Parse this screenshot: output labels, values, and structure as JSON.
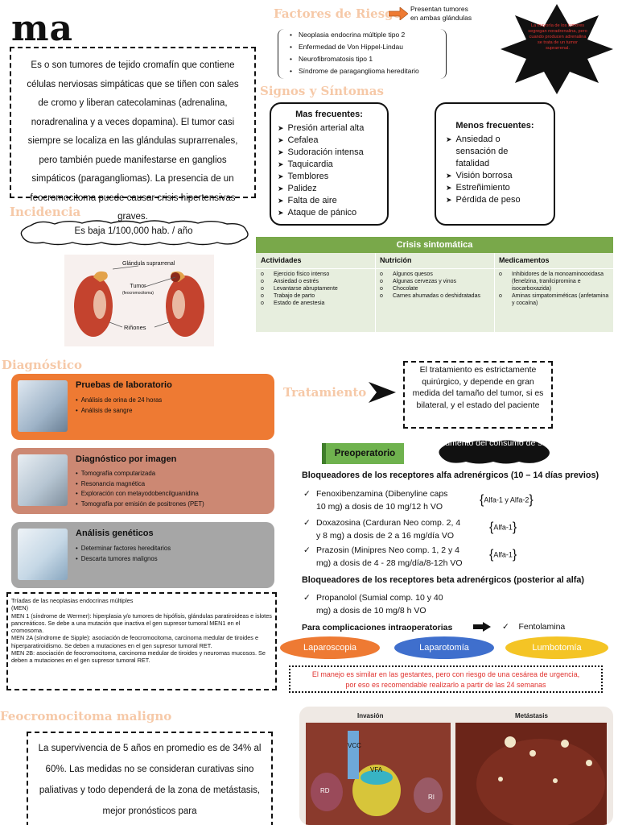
{
  "title": "ma",
  "intro": "Es o son tumores de tejido cromafín que contiene células nerviosas simpáticas que se tiñen con sales de cromo y liberan catecolaminas (adrenalina, noradrenalina y a veces dopamina). El tumor casi siempre se localiza en las glándulas suprarrenales, pero también puede manifestarse en ganglios simpáticos (paragangliomas). La presencia de un feocromocitoma puede causar crisis hipertensivas graves.",
  "risk": {
    "title": "Factores de Riesgo",
    "note_line1": "Presentan tumores",
    "note_line2": "en ambas glándulas",
    "items": [
      "Neoplasia endocrina múltiple tipo 2",
      "Enfermedad de Von Hippel-Lindau",
      "Neurofibromatosis tipo 1",
      "Síndrome de paraganglioma hereditario"
    ]
  },
  "star_text": "La mayoría de los tumores segregan noradrenalina, pero cuando producen adrenalina se trata de un tumor suprarrenal.",
  "signs": {
    "title": "Signos y Síntomas",
    "frequent_header": "Mas frecuentes:",
    "frequent": [
      "Presión arterial alta",
      "Cefalea",
      "Sudoración intensa",
      "Taquicardia",
      "Temblores",
      "Palidez",
      "Falta de aire",
      "Ataque de pánico"
    ],
    "less_header": "Menos frecuentes:",
    "less": [
      "Ansiedad o sensación de fatalidad",
      "Visión borrosa",
      "Estreñimiento",
      "Pérdida de peso"
    ]
  },
  "incidence": {
    "title": "Incidencia",
    "value": "Es baja 1/100,000 hab. / año"
  },
  "kidney_labels": {
    "gland": "Glándula suprarrenal",
    "tumor": "Tumor",
    "tumor_sub": "(feocromocitoma)",
    "kidneys": "Riñones"
  },
  "crisis": {
    "title": "Crisis sintomática",
    "columns": [
      {
        "header": "Actividades",
        "items": [
          "Ejercicio físico intenso",
          "Ansiedad o estrés",
          "Levantarse abruptamente",
          "Trabajo de parto",
          "Estado de anestesia"
        ]
      },
      {
        "header": "Nutrición",
        "items": [
          "Algunos quesos",
          "Algunas cervezas y vinos",
          "Chocolate",
          "Carnes ahumadas o deshidratadas"
        ]
      },
      {
        "header": "Medicamentos",
        "items": [
          "Inhibidores de la monoaminooxidasa (fenelzina, tranilcipromina e isocarboxazida)",
          "Aminas simpatomiméticas (anfetamina y cocaína)"
        ]
      }
    ]
  },
  "diagnosis": {
    "title": "Diagnóstico",
    "cards": [
      {
        "title": "Pruebas de laboratorio",
        "items": [
          "Análisis de orina de 24 horas",
          "Análisis de sangre"
        ]
      },
      {
        "title": "Diagnóstico por imagen",
        "items": [
          "Tomografía computarizada",
          "Resonancia magnética",
          "Exploración con metayodobencilguanidina",
          "Tomografía por emisión de positrones (PET)"
        ]
      },
      {
        "title": "Análisis genéticos",
        "items": [
          "Determinar factores hereditarios",
          "Descarta tumores malignos"
        ]
      }
    ]
  },
  "men": {
    "lines": [
      "Tríadas de las neoplasias endocrinas múltiples",
      "(MEN)",
      "MEN 1 (síndrome de Wermer): hiperplasia y/o tumores de hipófisis, glándulas paratiroideas e islotes pancreáticos. Se debe a una mutación que inactiva el gen supresor tumoral MEN1 en el cromosoma.",
      "MEN 2A (síndrome de Sipple): asociación de feocromocitoma, carcinoma medular de tiroides e hiperparatiroidismo. Se deben a mutaciones en el gen supresor tumoral RET.",
      "MEN 2B: asociación de feocromocitoma, carcinoma medular de tiroides y neuromas mucosos. Se deben a mutaciones en el gen supresor tumoral RET."
    ]
  },
  "treatment": {
    "title": "Tratamiento",
    "text": "El tratamiento es estrictamente quirúrgico, y depende en gran medida del tamaño del tumor, si es bilateral, y el estado del paciente",
    "preop": "Preoperatorio",
    "salt": "Aumento del consumo de sal",
    "alpha_header": "Bloqueadores de los receptores alfa adrenérgicos (10 – 14 días previos)",
    "alpha": [
      {
        "l1": "Fenoxibenzamina (Dibenyline caps",
        "l2": "10 mg) a dosis de 10 mg/12 h VO",
        "rec": "Alfa-1 y Alfa-2"
      },
      {
        "l1": "Doxazosina (Carduran Neo comp. 2, 4",
        "l2": "y 8 mg) a dosis de 2 a 16 mg/día VO",
        "rec": "Alfa-1"
      },
      {
        "l1": "Prazosin (Minipres Neo comp. 1, 2 y 4",
        "l2": "mg) a dosis de 4 - 28 mg/día/8-12h VO",
        "rec": "Alfa-1"
      }
    ],
    "beta_header": "Bloqueadores de los receptores beta adrenérgicos (posterior al alfa)",
    "beta": [
      {
        "l1": "Propanolol (Sumial comp. 10 y 40",
        "l2": "mg) a dosis de 10 mg/8 h VO"
      }
    ],
    "complications": "Para complicaciones intraoperatorias",
    "complication_drug": "Fentolamina",
    "surgeries": [
      "Laparoscopia",
      "Laparotomía",
      "Lumbotomía"
    ],
    "pregnancy_l1": "El manejo es similar en las gestantes, pero con riesgo de una cesárea de urgencia,",
    "pregnancy_l2": "por eso es recomendable realizarlo a partir de las 24 semanas"
  },
  "malignant": {
    "title": "Feocromocitoma maligno",
    "text": "La supervivencia de 5 años en promedio es de 34% al 60%. Las medidas no se consideran curativas sino paliativas y todo dependerá de la zona de metástasis, mejor pronósticos para"
  },
  "surgery_photo": {
    "left_label": "Invasión",
    "right_label": "Metástasis",
    "marks": [
      "VCC",
      "VFA",
      "RD",
      "RI"
    ]
  },
  "colors": {
    "heading": "#f6c9a8",
    "orange": "#ee7a33",
    "green": "#79a84a",
    "blue": "#3f6fcd",
    "yellow": "#f4c425",
    "red": "#e0332f"
  }
}
